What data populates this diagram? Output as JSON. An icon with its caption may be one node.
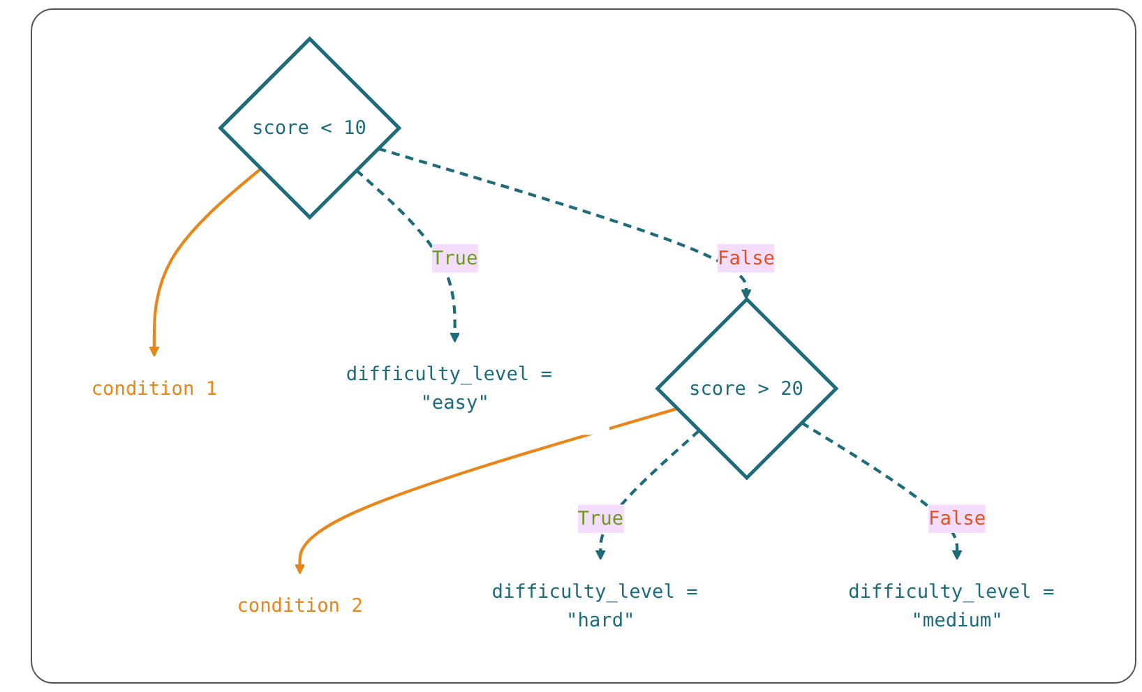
{
  "diagram": {
    "nodes": [
      {
        "text": [
          "score < 10"
        ]
      },
      {
        "text": [
          "condition 1"
        ]
      },
      {
        "text": [
          "difficulty_level = \"easy\""
        ]
      },
      {
        "text": [
          "score > 20"
        ]
      },
      {
        "text": [
          "condition 2"
        ]
      },
      {
        "text": [
          "difficulty_level = \"hard\""
        ]
      },
      {
        "text": [
          "difficulty_level = \"medium\""
        ]
      }
    ],
    "edges": [
      {
        "from": 0,
        "to": 1,
        "arrow": "to",
        "color": "#e8861a"
      },
      {
        "from": 0,
        "to": 2,
        "arrow": "to",
        "label": "True",
        "style": "dashed"
      },
      {
        "from": 0,
        "to": 3,
        "arrow": "to",
        "label": "False",
        "style": "dashed"
      },
      {
        "from": 3,
        "to": 4,
        "arrow": "to",
        "color": "#e8861a"
      },
      {
        "from": 3,
        "to": 5,
        "arrow": "to",
        "label": "True",
        "style": "dashed"
      },
      {
        "from": 3,
        "to": 6,
        "arrow": "to",
        "label": "False",
        "style": "dashed"
      }
    ]
  }
}
